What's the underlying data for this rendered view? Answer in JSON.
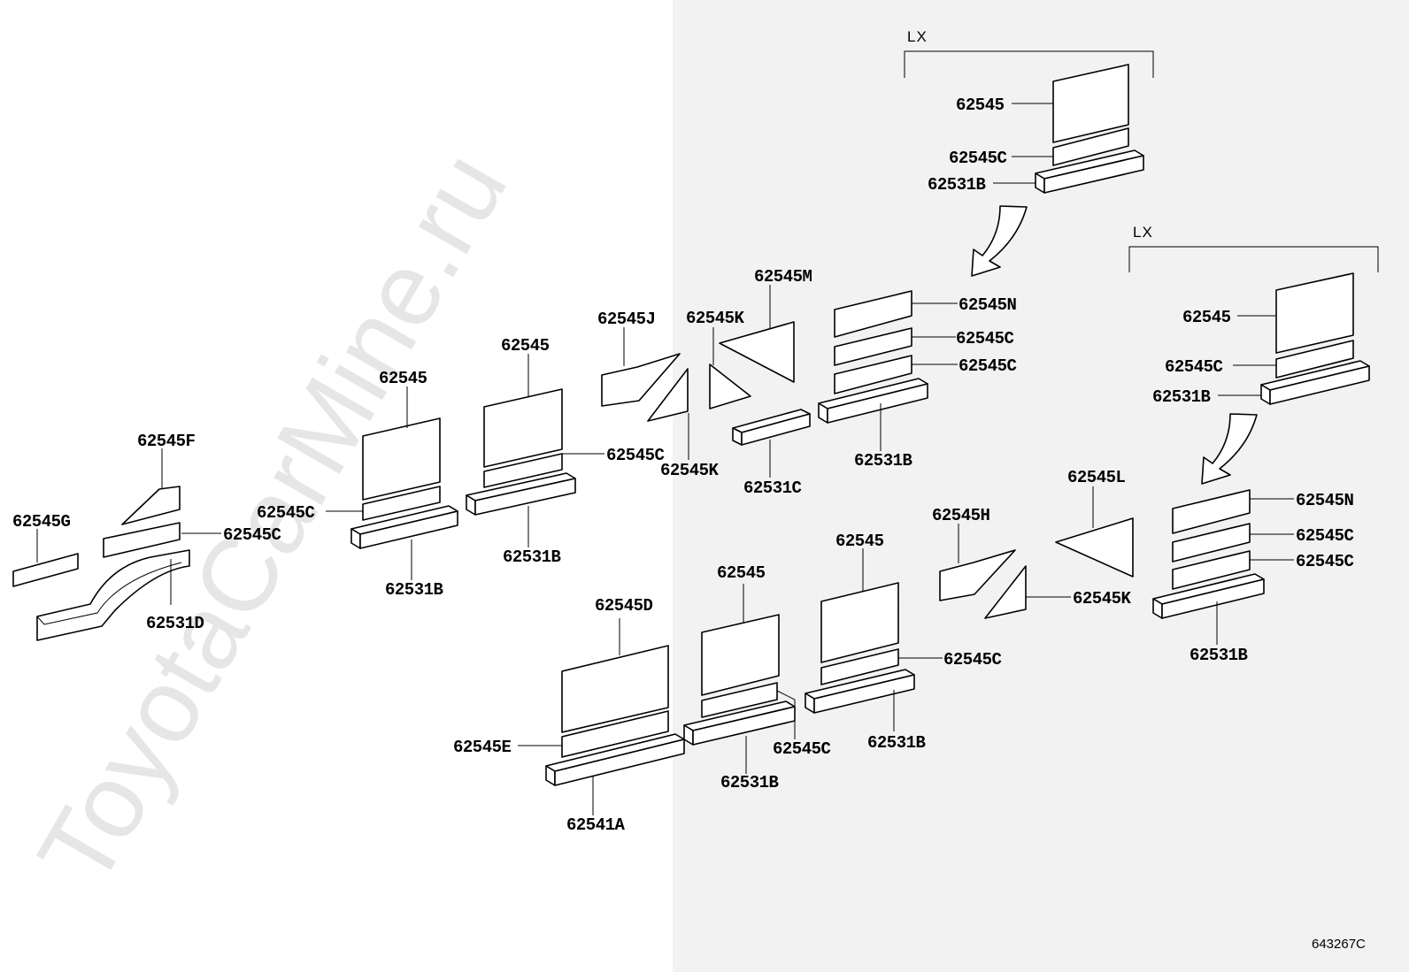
{
  "watermark": "ToyotaCarMine.ru",
  "diagram_code": "643267C",
  "group_labels": {
    "lx_top": "LX",
    "lx_right": "LX"
  },
  "labels": {
    "g": "62545G",
    "f": "62545F",
    "c_leftmost": "62545C",
    "d_rear": "62531D",
    "p1_main": "62545",
    "p1_c": "62545C",
    "p1_b": "62531B",
    "p2_main": "62545",
    "p2_c": "62545C",
    "p2_b": "62531B",
    "j": "62545J",
    "k_lower": "62545K",
    "k_upper": "62545K",
    "m": "62545M",
    "c_block": "62531C",
    "n1": "62545N",
    "n1_c1": "62545C",
    "n1_c2": "62545C",
    "n1_b": "62531B",
    "lx1_main": "62545",
    "lx1_c": "62545C",
    "lx1_b": "62531B",
    "lx2_main": "62545",
    "lx2_c": "62545C",
    "lx2_b": "62531B",
    "d_front": "62545D",
    "e": "62545E",
    "a_base": "62541A",
    "p3_main": "62545",
    "p3_c": "62545C",
    "p3_b": "62531B",
    "p4_main": "62545",
    "p4_c": "62545C",
    "p4_b": "62531B",
    "h": "62545H",
    "k_right": "62545K",
    "l": "62545L",
    "n2": "62545N",
    "n2_c1": "62545C",
    "n2_c2": "62545C",
    "n2_b": "62531B"
  }
}
